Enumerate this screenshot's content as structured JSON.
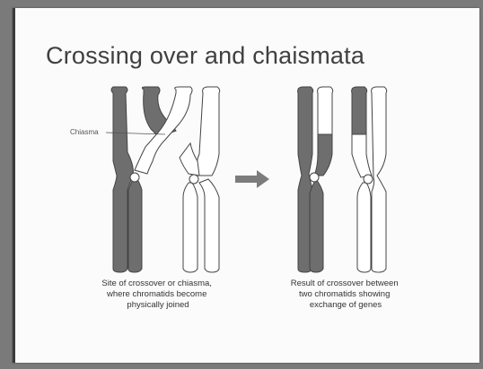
{
  "title": "Crossing over and chaismata",
  "labels": {
    "chiasma": "Chiasma"
  },
  "captions": {
    "left": [
      "Site of crossover or chiasma,",
      "where chromatids become",
      "physically joined"
    ],
    "right": [
      "Result of crossover between",
      "two chromatids showing",
      "exchange of genes"
    ]
  },
  "colors": {
    "dark": "#6e6e6e",
    "light": "#ffffff",
    "stroke": "#444444",
    "arrow": "#7c7c7c"
  },
  "icons": {
    "arrow": "right-arrow-icon"
  }
}
